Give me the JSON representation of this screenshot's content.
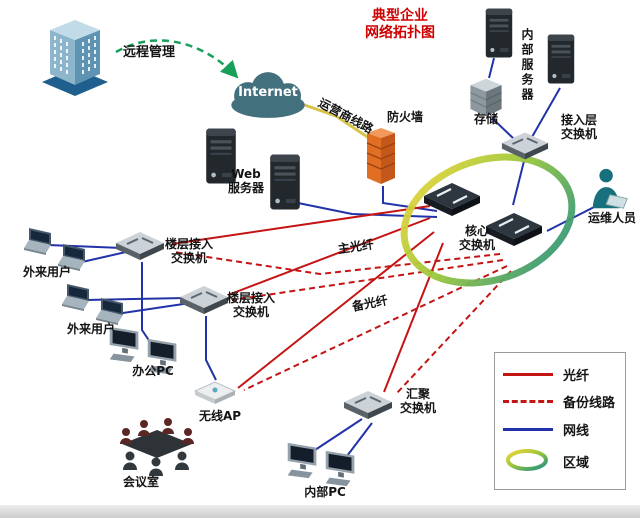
{
  "title": {
    "l1": "典型企业",
    "l2": "网络拓扑图"
  },
  "nodes": {
    "building": {
      "label": "远程管理"
    },
    "internet": {
      "label": "Internet"
    },
    "carrier": {
      "label": "运营商线路"
    },
    "firewall": {
      "label": "防火墙"
    },
    "web_server": {
      "l1": "Web",
      "l2": "服务器"
    },
    "internal_server": {
      "label": "内部服务器"
    },
    "storage": {
      "label": "存储"
    },
    "access_switch": {
      "l1": "接入层",
      "l2": "交换机"
    },
    "ops": {
      "label": "运维人员"
    },
    "core_switch": {
      "l1": "核心",
      "l2": "交换机"
    },
    "floor_switch_1": {
      "l1": "楼层接入",
      "l2": "交换机"
    },
    "floor_switch_2": {
      "l1": "楼层接入",
      "l2": "交换机"
    },
    "external_users_1": {
      "label": "外来用户"
    },
    "external_users_2": {
      "label": "外来用户"
    },
    "office_pc": {
      "label": "办公PC"
    },
    "wireless_ap": {
      "label": "无线AP"
    },
    "meeting_room": {
      "label": "会议室"
    },
    "aggregation_switch": {
      "l1": "汇聚",
      "l2": "交换机"
    },
    "internal_pc": {
      "label": "内部PC"
    },
    "main_fiber": {
      "label": "主光纤"
    },
    "backup_fiber": {
      "label": "备光纤"
    }
  },
  "legend": {
    "items": [
      {
        "label": "光纤"
      },
      {
        "label": "备份线路"
      },
      {
        "label": "网线"
      },
      {
        "label": "区域"
      }
    ]
  },
  "colors": {
    "title": "#d00000",
    "fiber": "#c41414",
    "backup_line": "#c41414",
    "lan": "#2232a8",
    "carrier_line": "#d6c44b",
    "remote_link": "#18a05a",
    "zone_gradient": [
      "#f2d63b",
      "#9cc83b",
      "#1d8d85"
    ]
  }
}
